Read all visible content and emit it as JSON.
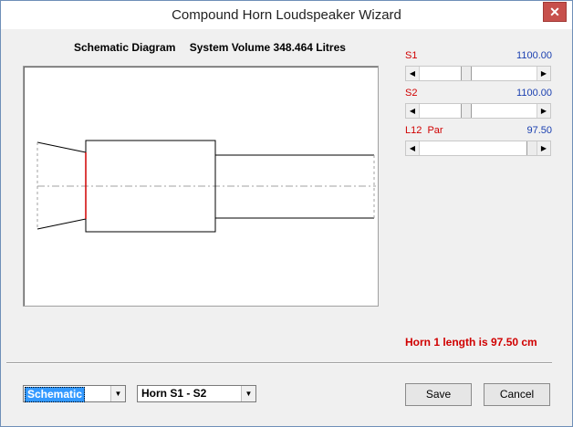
{
  "window": {
    "title": "Compound Horn Loudspeaker Wizard",
    "close_glyph": "✕"
  },
  "heading": {
    "diagram_title": "Schematic Diagram",
    "volume_text": "System Volume 348.464 Litres"
  },
  "sliders": [
    {
      "label": "S1",
      "value": "1100.00",
      "position": 0.45
    },
    {
      "label": "S2",
      "value": "1100.00",
      "position": 0.45
    },
    {
      "label": "L12  Par",
      "value": "97.50",
      "position": 0.97
    }
  ],
  "status": {
    "text": "Horn 1 length is 97.50 cm"
  },
  "dropdowns": {
    "view": {
      "value": "Schematic"
    },
    "horn": {
      "value": "Horn S1 - S2"
    }
  },
  "buttons": {
    "save": "Save",
    "cancel": "Cancel"
  },
  "colors": {
    "accent_red": "#d00000",
    "value_blue": "#1a3fb0",
    "selection_blue": "#3399ff"
  }
}
